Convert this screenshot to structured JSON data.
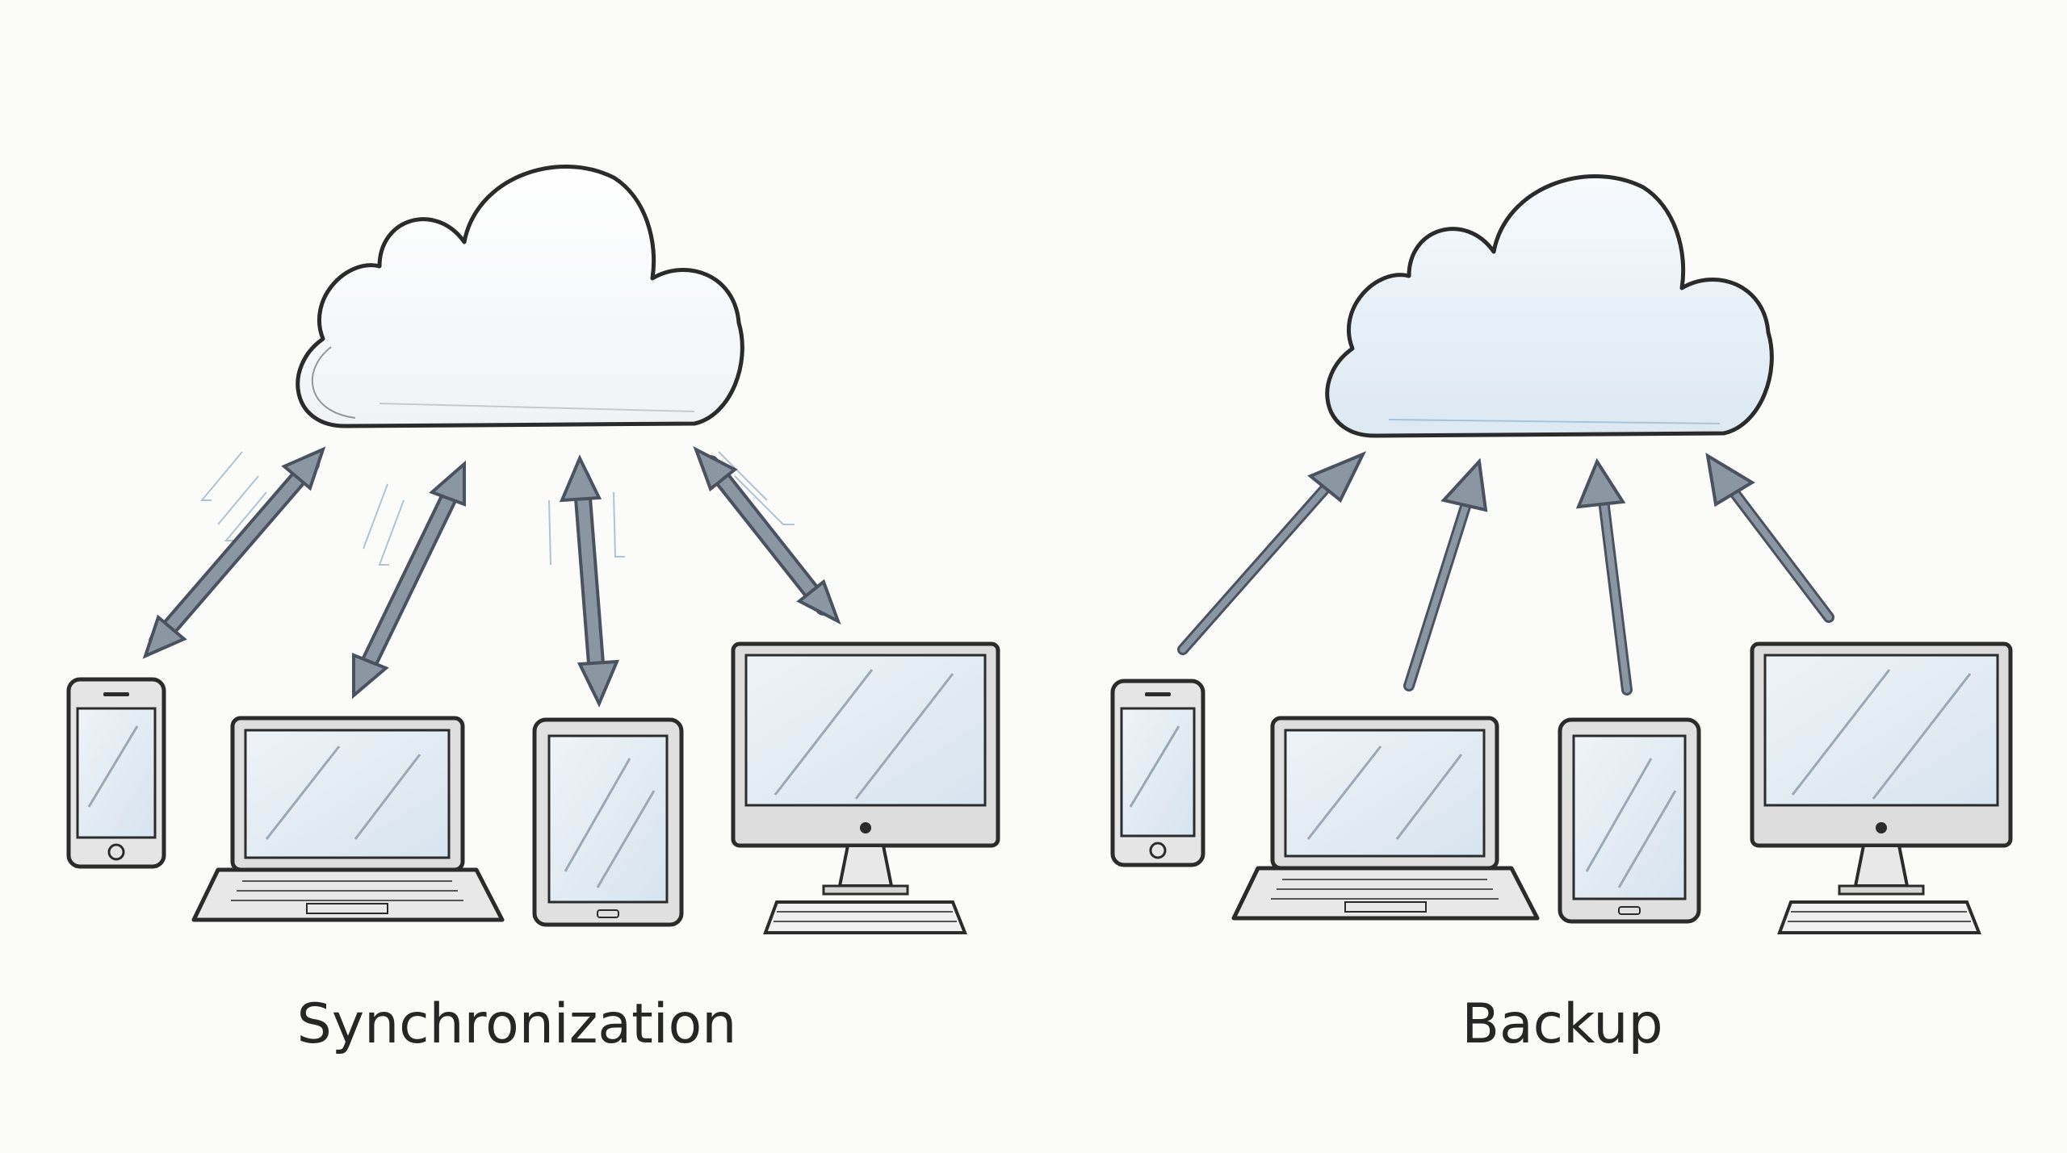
{
  "panels": [
    {
      "label": "Synchronization",
      "mode": "two-way",
      "devices": [
        "phone",
        "laptop",
        "tablet",
        "desktop"
      ]
    },
    {
      "label": "Backup",
      "mode": "one-way",
      "devices": [
        "phone",
        "laptop",
        "tablet",
        "desktop"
      ]
    }
  ],
  "colors": {
    "ink": "#2b2b2b",
    "arrow": "#8b96a3",
    "arrow_edge": "#4a5260",
    "screen_tint": "#d6e4ef",
    "cloud_tint": "#dbe8f2"
  }
}
